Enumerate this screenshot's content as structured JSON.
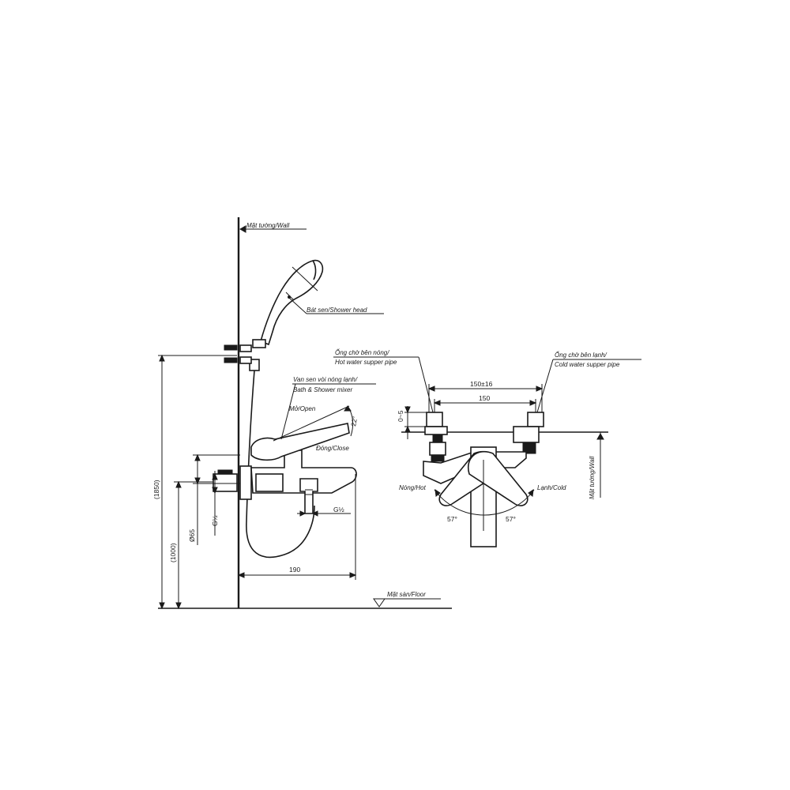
{
  "side_view": {
    "wall_label": "Mặt tường/Wall",
    "shower_head_label": "Bát sen/Shower head",
    "mixer_label_1": "Van sen vòi nóng lạnh/",
    "mixer_label_2": "Bath & Shower mixer",
    "open_label": "Mở/Open",
    "angle_open": "22°",
    "close_label": "Đóng/Close",
    "thread_spout": "G½",
    "thread_body": "G½",
    "dia_label": "Ø65",
    "dim_height_total": "(1850)",
    "dim_height_mixer": "(1000)",
    "dim_projection": "190",
    "floor_label": "Mặt sàn/Floor"
  },
  "top_view": {
    "hot_pipe_1": "Ống chờ bên nóng/",
    "hot_pipe_2": "Hot water supper pipe",
    "cold_pipe_1": "Ống chờ bên lạnh/",
    "cold_pipe_2": "Cold water supper pipe",
    "dim_outer": "150±16",
    "dim_inner": "150",
    "dim_depth": "0~5",
    "hot_label": "Nóng/Hot",
    "cold_label": "Lạnh/Cold",
    "angle_left": "57°",
    "angle_right": "57°",
    "wall_label": "Mặt tường/Wall"
  }
}
